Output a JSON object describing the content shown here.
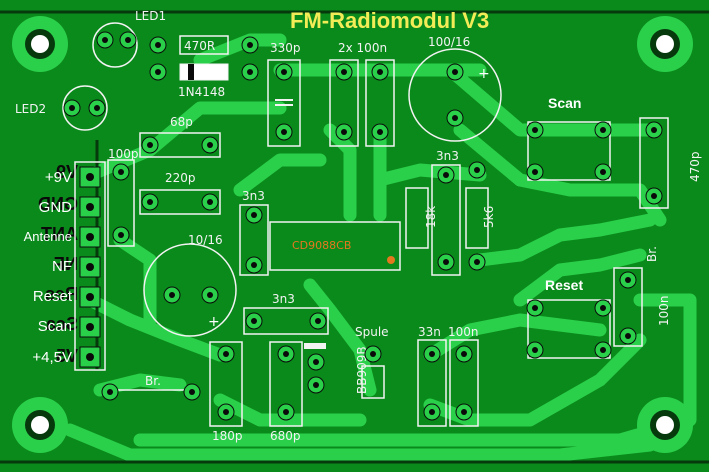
{
  "board": {
    "title": "FM-Radiomodul V3",
    "colors": {
      "pcb": "#0b8a1c",
      "copper": "#2ad04a",
      "pad": "#25c444",
      "silk": "#f3f3f3",
      "title": "#f2ec57",
      "chip_text": "#e4781f"
    }
  },
  "connector": {
    "pins": [
      "+9V",
      "GND",
      "Antenne",
      "NF",
      "Reset",
      "Scan",
      "+4,5V"
    ]
  },
  "components": {
    "led1": "LED1",
    "led2": "LED2",
    "r470": "470R",
    "diode": "1N4148",
    "c330p": "330p",
    "c2x100n": "2x 100n",
    "c100_16": "100/16",
    "c68p": "68p",
    "c100p": "100p",
    "c220p": "220p",
    "c3n3_a": "3n3",
    "c3n3_b": "3n3",
    "c3n3_c": "3n3",
    "c10_16": "10/16",
    "r18k": "18k",
    "r5k6": "5k6",
    "ic": "CD9088CB",
    "c33n": "33n",
    "c100n_b": "100n",
    "spule": "Spule",
    "c180p": "180p",
    "c680p": "680p",
    "varicap": "BB909B",
    "br1": "Br.",
    "br2": "Br.",
    "c470p": "470p",
    "c100n_c": "100n"
  },
  "buttons": {
    "scan": "Scan",
    "reset": "Reset"
  },
  "mirror_text": [
    "V9",
    "GND",
    "ANT",
    "NF",
    "Res",
    "Sca",
    "V5"
  ]
}
